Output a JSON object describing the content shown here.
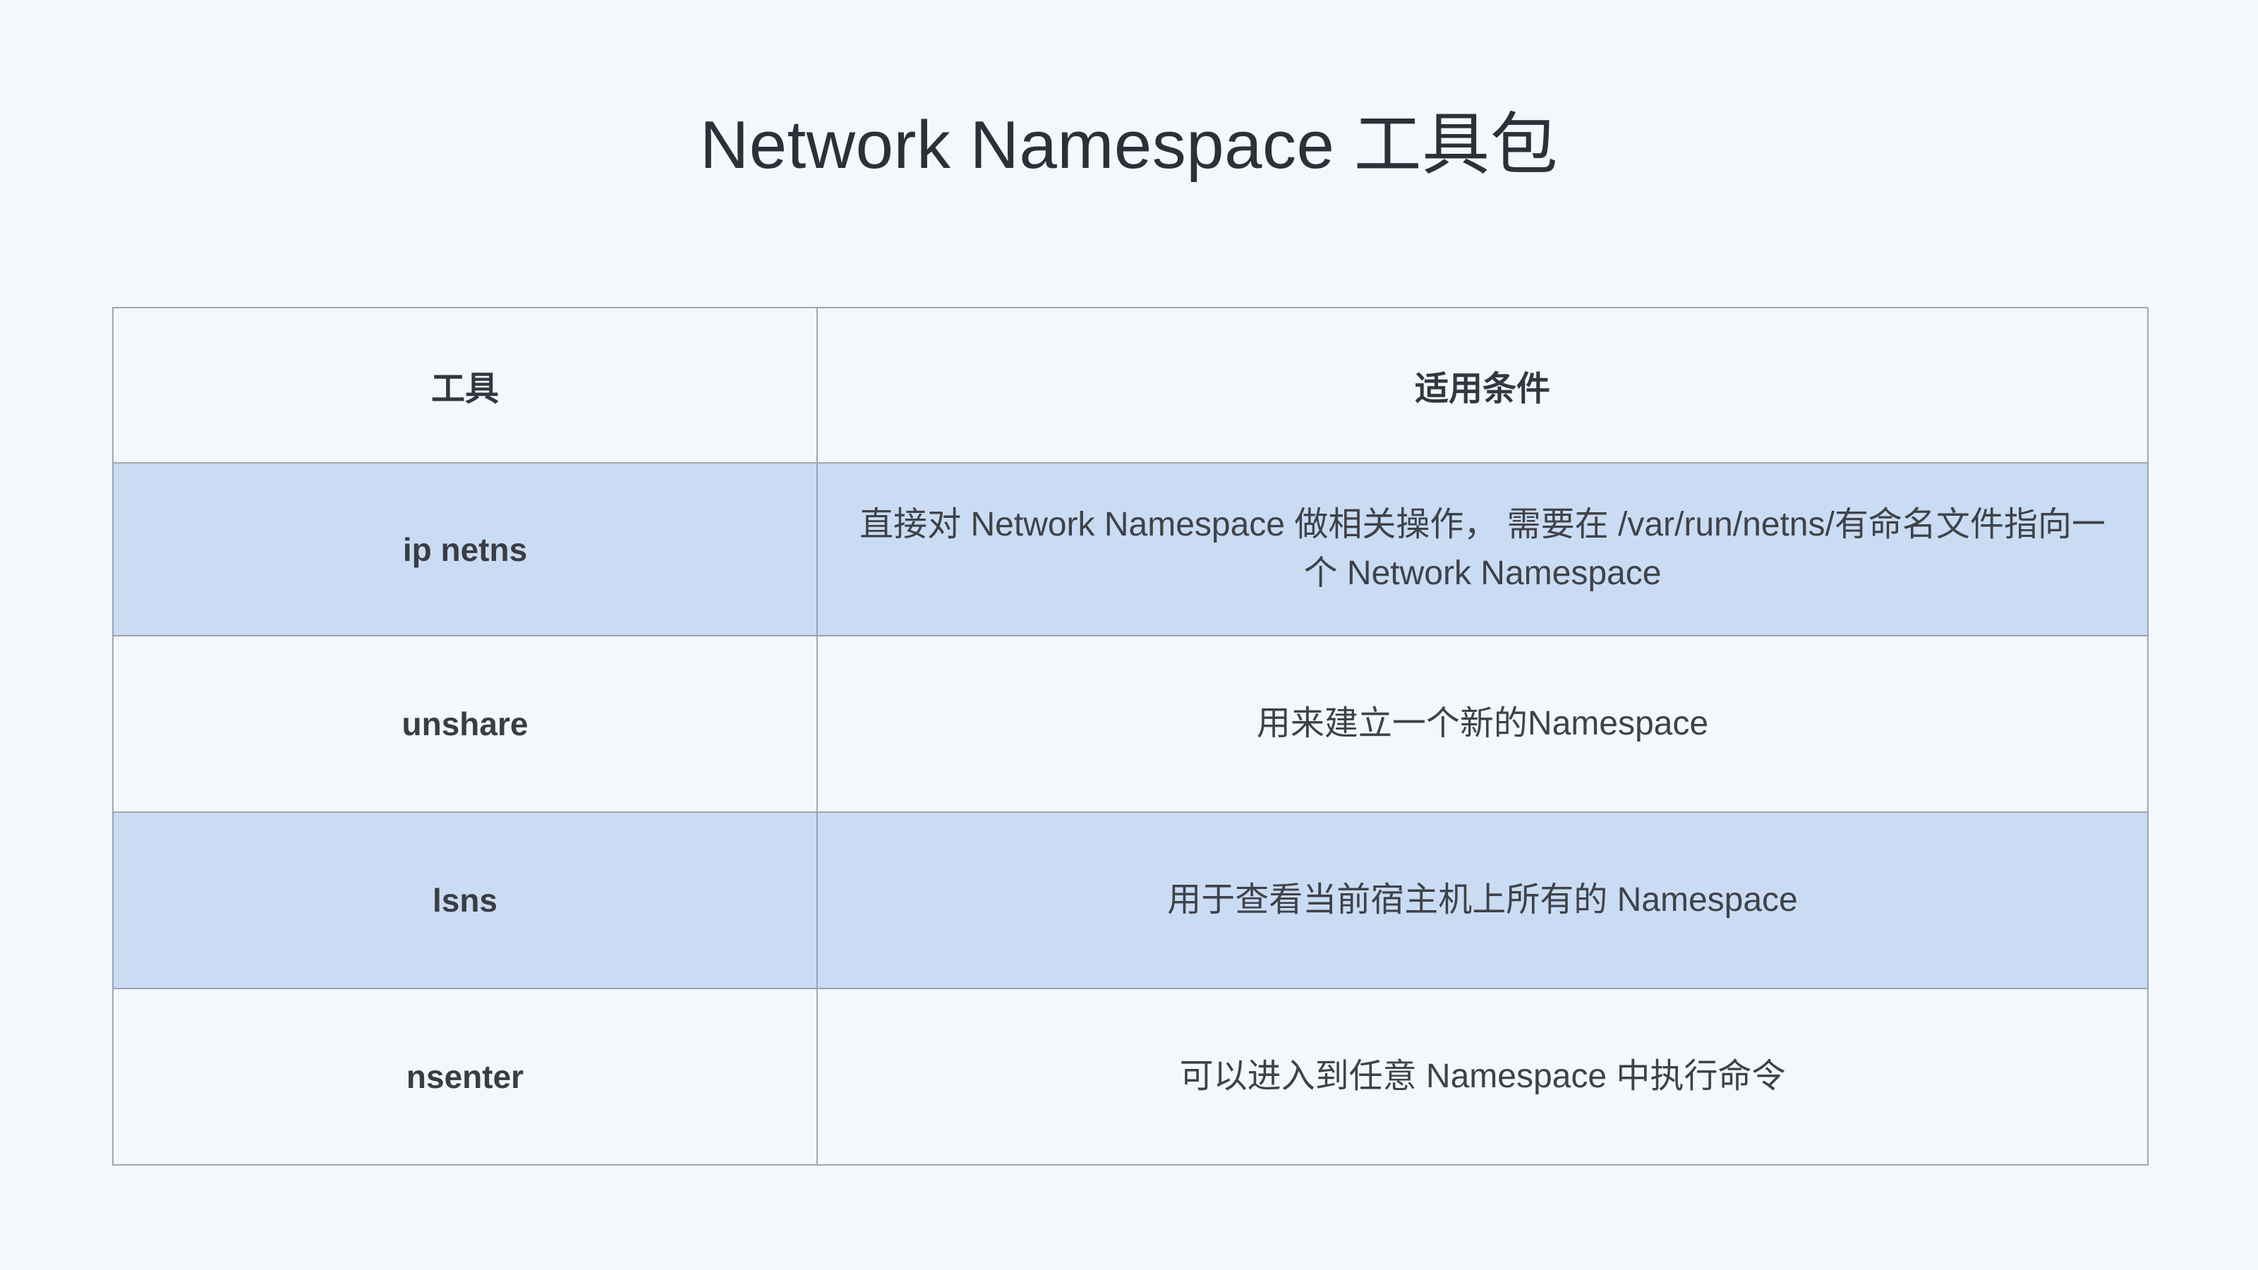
{
  "document": {
    "title": "Network Namespace 工具包",
    "background_color": "#f4f7fc",
    "text_color": "#2d3038",
    "highlight_row_color": "#cadcf3",
    "border_color": "#a2a7b0"
  },
  "table": {
    "headers": {
      "tool": "工具",
      "condition": "适用条件"
    },
    "rows": [
      {
        "tool": "ip netns",
        "condition": "直接对 Network Namespace 做相关操作， 需要在 /var/run/netns/有命名文件指向一个 Network Namespace",
        "highlighted": true
      },
      {
        "tool": "unshare",
        "condition": "用来建立一个新的Namespace",
        "highlighted": false
      },
      {
        "tool": "lsns",
        "condition": "用于查看当前宿主机上所有的 Namespace",
        "highlighted": true
      },
      {
        "tool": "nsenter",
        "condition": "可以进入到任意 Namespace 中执行命令",
        "highlighted": false
      }
    ]
  }
}
